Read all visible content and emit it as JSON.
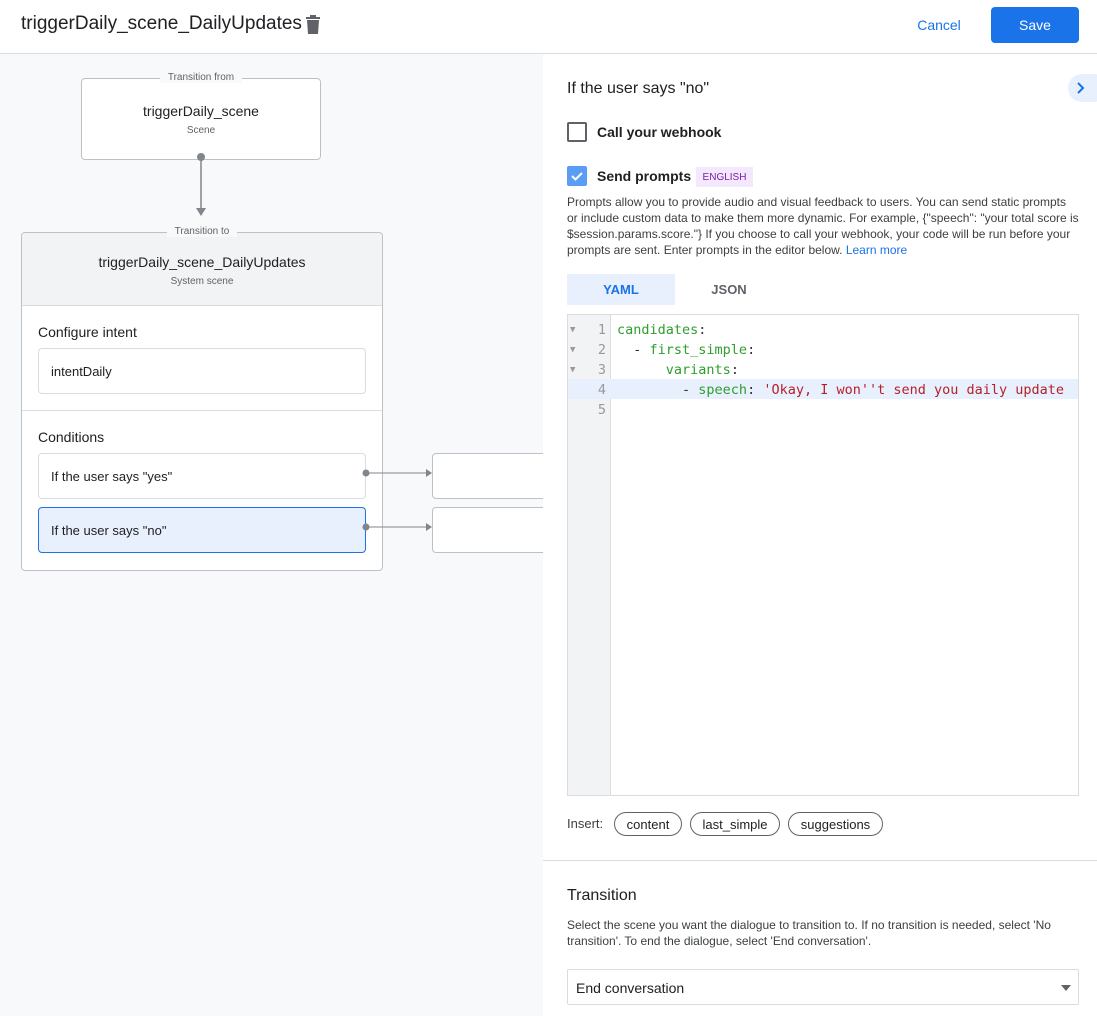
{
  "header": {
    "title": "triggerDaily_scene_DailyUpdates",
    "cancel_label": "Cancel",
    "save_label": "Save"
  },
  "canvas": {
    "from": {
      "legend": "Transition from",
      "name": "triggerDaily_scene",
      "type": "Scene"
    },
    "to": {
      "legend": "Transition to",
      "name": "triggerDaily_scene_DailyUpdates",
      "type": "System scene",
      "intent_label": "Configure intent",
      "intent_value": "intentDaily",
      "conditions_label": "Conditions",
      "conditions": [
        {
          "label": "If the user says \"yes\"",
          "selected": false
        },
        {
          "label": "If the user says \"no\"",
          "selected": true
        }
      ]
    }
  },
  "panel": {
    "title": "If the user says \"no\"",
    "webhook": {
      "label": "Call your webhook",
      "checked": false
    },
    "prompts": {
      "label": "Send prompts",
      "checked": true,
      "badge": "ENGLISH",
      "description": "Prompts allow you to provide audio and visual feedback to users. You can send static prompts or include custom data to make them more dynamic. For example, {\"speech\": \"your total score is $session.params.score.\"} If you choose to call your webhook, your code will be run before your prompts are sent. Enter prompts in the editor below. ",
      "learn_more": "Learn more"
    },
    "tabs": [
      {
        "label": "YAML",
        "active": true
      },
      {
        "label": "JSON",
        "active": false
      }
    ],
    "editor": {
      "line_numbers": [
        "1",
        "2",
        "3",
        "4",
        "5"
      ],
      "lines": [
        {
          "indent": "",
          "key": "candidates",
          "rest": ":"
        },
        {
          "indent": "  - ",
          "key": "first_simple",
          "rest": ":"
        },
        {
          "indent": "      ",
          "key": "variants",
          "rest": ":"
        },
        {
          "indent": "        - ",
          "key": "speech",
          "rest": ": ",
          "str": "'Okay, I won''t send you daily update"
        },
        {
          "indent": "",
          "key": "",
          "rest": ""
        }
      ]
    },
    "insert": {
      "label": "Insert:",
      "chips": [
        "content",
        "last_simple",
        "suggestions"
      ]
    },
    "transition": {
      "title": "Transition",
      "description": "Select the scene you want the dialogue to transition to. If no transition is needed, select 'No transition'. To end the dialogue, select 'End conversation'.",
      "selected": "End conversation"
    }
  },
  "colors": {
    "accent": "#1a73e8",
    "selected_bg": "#e8f0fe",
    "badge_bg": "#f3e8fd",
    "badge_text": "#7b1fa2"
  }
}
